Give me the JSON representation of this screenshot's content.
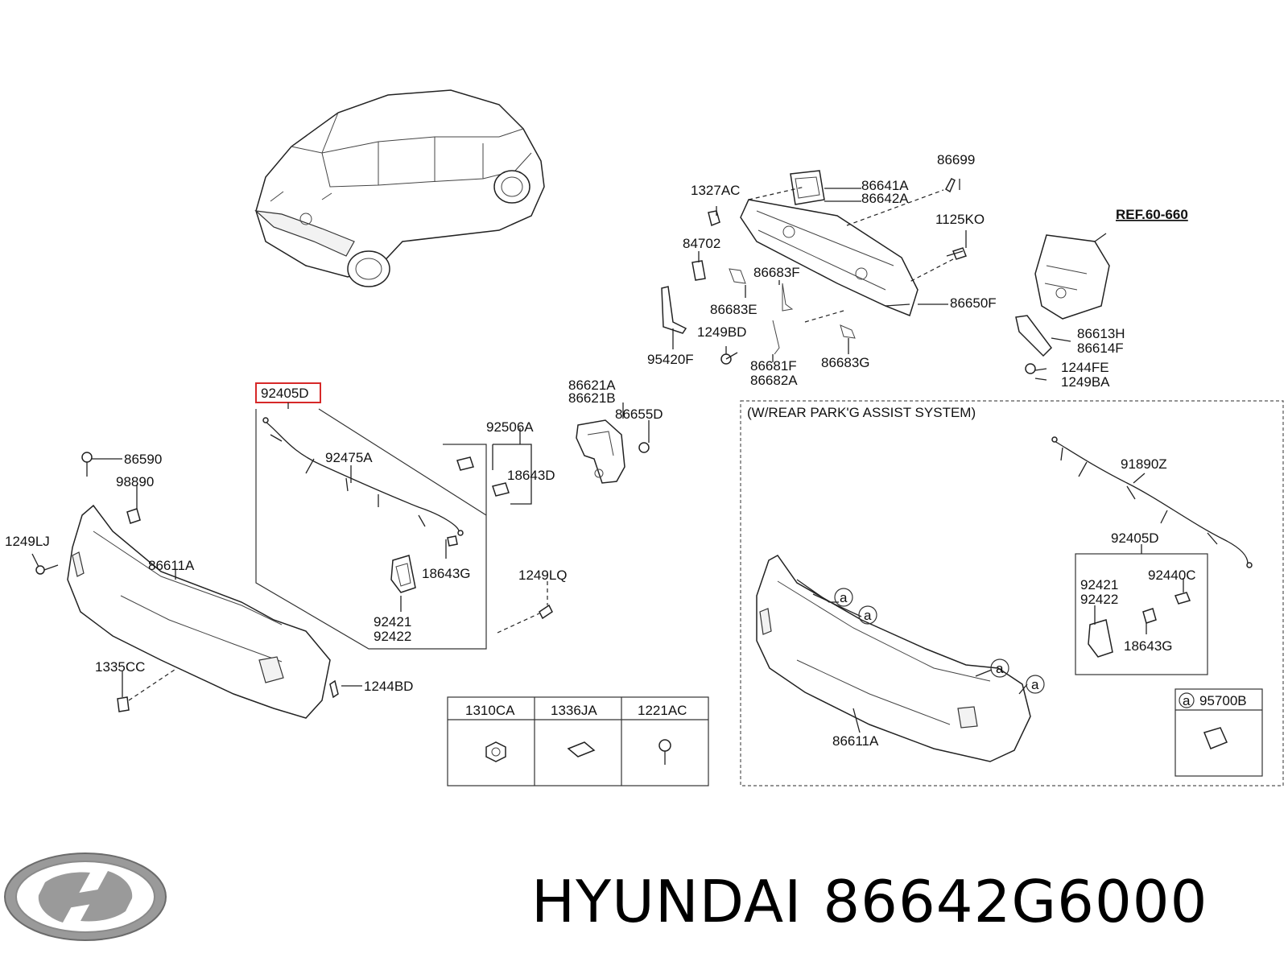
{
  "labels": {
    "p86699": "86699",
    "p1327AC": "1327AC",
    "p86641A": "86641A",
    "p86642A": "86642A",
    "p1125KO": "1125KO",
    "pREF": "REF.60-660",
    "p84702": "84702",
    "p86683F": "86683F",
    "p86683E": "86683E",
    "p86650F": "86650F",
    "p1249BD": "1249BD",
    "p95420F": "95420F",
    "p86681F": "86681F",
    "p86682A": "86682A",
    "p86683G": "86683G",
    "p86613H": "86613H",
    "p86614F": "86614F",
    "p1244FE": "1244FE",
    "p1249BA": "1249BA",
    "p92405D_hl": "92405D",
    "p86621A": "86621A",
    "p86621B": "86621B",
    "p86655D": "86655D",
    "p92506A": "92506A",
    "p92475A": "92475A",
    "p18643D": "18643D",
    "p86590": "86590",
    "p98890": "98890",
    "p1249LJ": "1249LJ",
    "p86611A_l": "86611A",
    "p18643G_l": "18643G",
    "p1249LQ": "1249LQ",
    "p92421_l": "92421",
    "p92422_l": "92422",
    "p1335CC": "1335CC",
    "p1244BD": "1244BD",
    "parkAssist": "(W/REAR PARK'G ASSIST SYSTEM)",
    "p91890Z": "91890Z",
    "p92405D_r": "92405D",
    "p92421_r": "92421",
    "p92422_r": "92422",
    "p92440C": "92440C",
    "p18643G_r": "18643G",
    "p86611A_r": "86611A",
    "p95700B": "95700B",
    "callout": "a"
  },
  "hardware_table": {
    "headers": [
      "1310CA",
      "1336JA",
      "1221AC"
    ]
  },
  "caption": {
    "brand": "HYUNDAI",
    "part_number": "86642G6000"
  },
  "colors": {
    "highlight": "#d62828",
    "line": "#222222"
  }
}
